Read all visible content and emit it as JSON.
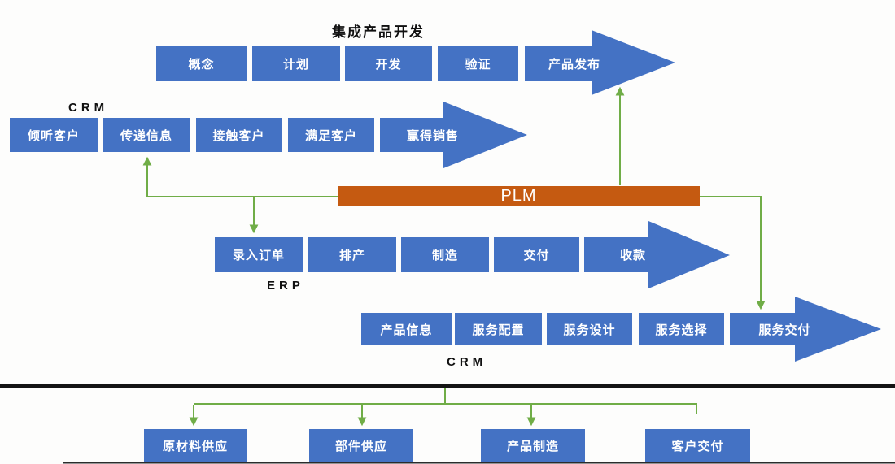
{
  "colors": {
    "box_blue": "#4472C4",
    "plm_orange": "#C55A11",
    "connector_green": "#70AD47",
    "divider_black": "#141414"
  },
  "ipd_row": {
    "title": "集成产品开发",
    "stages": [
      "概念",
      "计划",
      "开发",
      "验证"
    ],
    "arrow": "产品发布"
  },
  "crm_top_row": {
    "label": "CRM",
    "stages": [
      "倾听客户",
      "传递信息",
      "接触客户",
      "满足客户"
    ],
    "arrow": "赢得销售"
  },
  "plm_bar": {
    "label": "PLM"
  },
  "erp_row": {
    "label": "ERP",
    "stages": [
      "录入订单",
      "排产",
      "制造",
      "交付"
    ],
    "arrow": "收款"
  },
  "service_crm_row": {
    "label": "CRM",
    "stages": [
      "产品信息",
      "服务配置",
      "服务设计",
      "服务选择"
    ],
    "arrow": "服务交付"
  },
  "supply_chain_row": {
    "boxes": [
      "原材料供应",
      "部件供应",
      "产品制造",
      "客户交付"
    ]
  }
}
